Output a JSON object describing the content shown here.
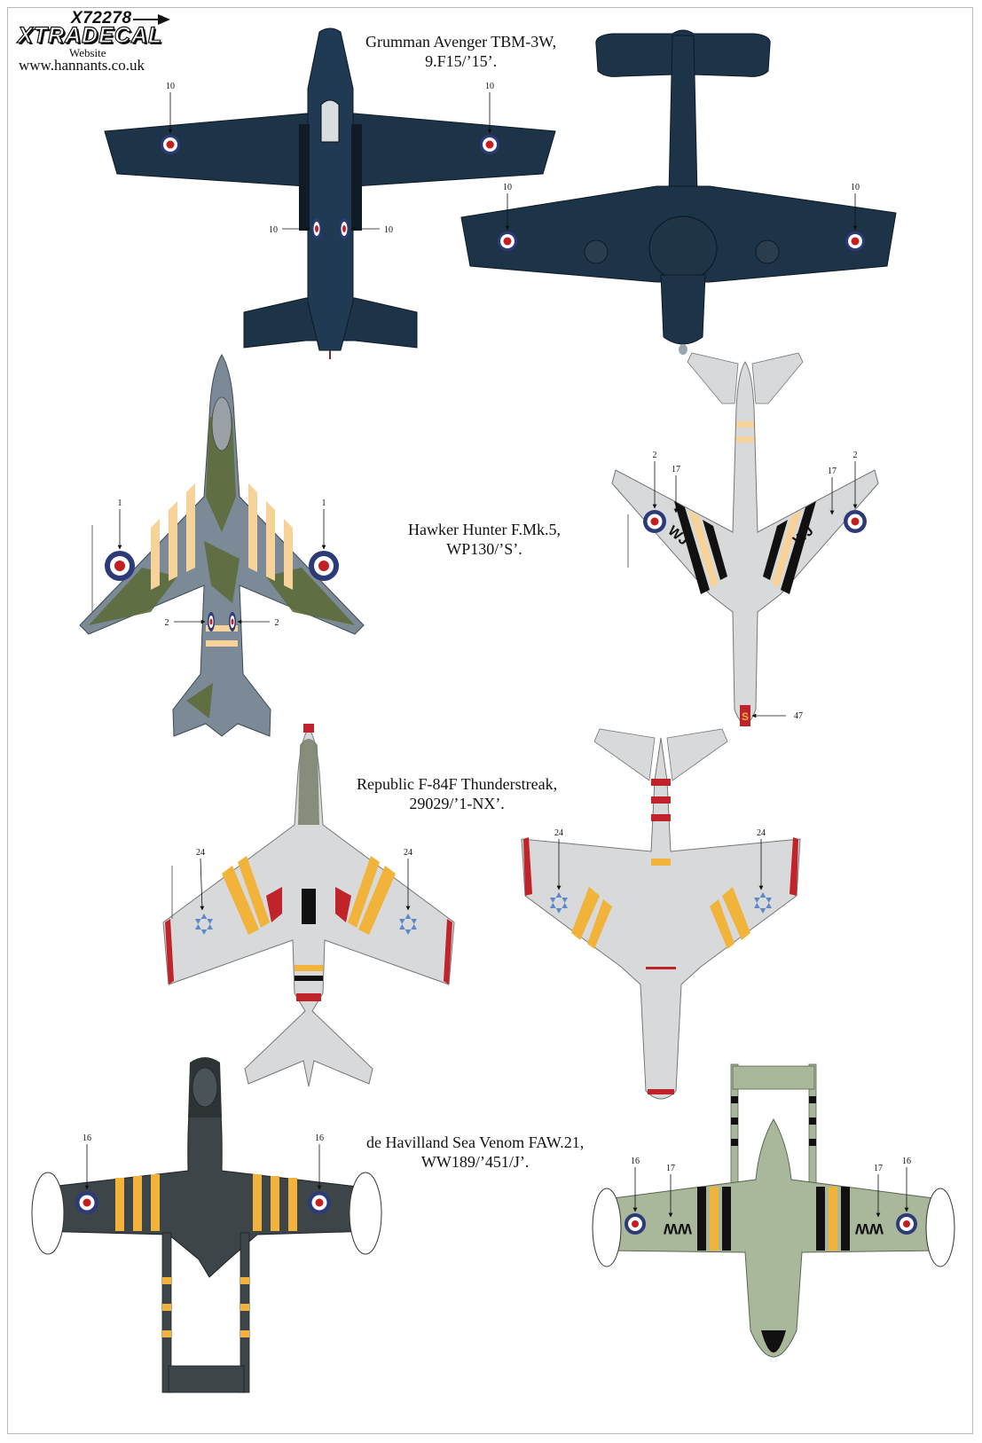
{
  "header": {
    "code": "X72278",
    "brand": "XTRADECAL",
    "website_label": "Website",
    "website_url": "www.hannants.co.uk"
  },
  "aircraft": [
    {
      "name": "Grumman Avenger TBM-3W,",
      "serial": "9.F15/’15’."
    },
    {
      "name": "Hawker Hunter F.Mk.5,",
      "serial": "WP130/’S’."
    },
    {
      "name": "Republic F-84F Thunderstreak,",
      "serial": "29029/’1-NX’."
    },
    {
      "name": "de Havilland Sea Venom FAW.21,",
      "serial": "WW189/’451/J’."
    }
  ],
  "callouts": {
    "avenger_top": [
      "10",
      "10",
      "10",
      "10"
    ],
    "avenger_bottom": [
      "10",
      "10"
    ],
    "hunter_top": [
      "1",
      "1",
      "2",
      "2"
    ],
    "hunter_bottom": [
      "2",
      "17",
      "17",
      "2",
      "47"
    ],
    "f84_top": [
      "24",
      "24"
    ],
    "f84_bottom": [
      "24",
      "24"
    ],
    "venom_top": [
      "16",
      "16"
    ],
    "venom_bottom": [
      "16",
      "17",
      "17",
      "16"
    ]
  },
  "markings": {
    "hunter_fin_letter": "S",
    "hunter_wing_code": "WJ",
    "venom_wing_code": "WW"
  },
  "colors": {
    "navy_blue": "#1d3348",
    "roundel_blue": "#2c3b78",
    "roundel_red": "#c41e22",
    "invasion_yellow": "#f2b33a",
    "light_stripe": "#f7d39a",
    "aluminium": "#d7d9da",
    "camo_green": "#5c6a3a",
    "camo_grey": "#7b8a96",
    "venom_dark": "#3d4548",
    "venom_green": "#a9b89a",
    "israeli_star": "#5d8ac7",
    "tip_red": "#c0242a"
  }
}
